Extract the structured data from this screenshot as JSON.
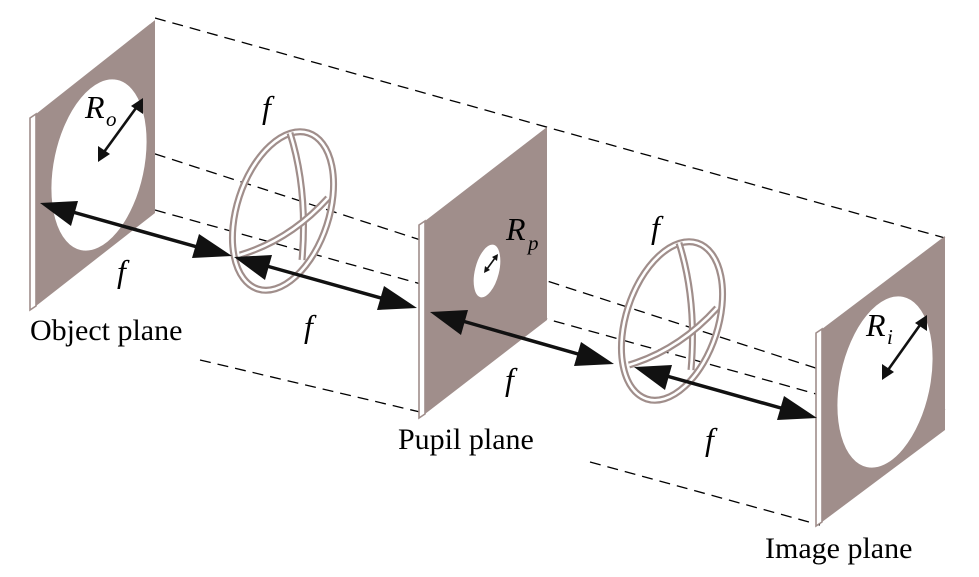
{
  "labels": {
    "object_plane": "Object plane",
    "pupil_plane": "Pupil plane",
    "image_plane": "Image plane"
  },
  "focal_length": "f",
  "radii": {
    "object": {
      "symbol": "R",
      "subscript": "o"
    },
    "pupil": {
      "symbol": "R",
      "subscript": "p"
    },
    "image": {
      "symbol": "R",
      "subscript": "i"
    }
  },
  "colors": {
    "plane": "#a08e8b",
    "line": "#000000"
  }
}
